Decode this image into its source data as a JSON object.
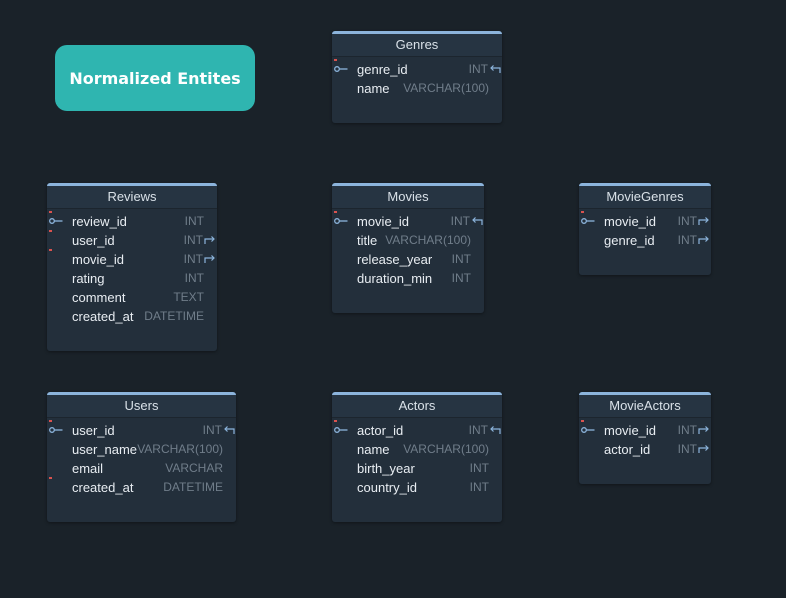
{
  "note": {
    "label": "Normalized Entites"
  },
  "colors": {
    "background": "#1a2229",
    "note": "#2fb5b0",
    "table_body": "#232f3b",
    "table_accent": "#8cb4dc",
    "type_text": "#707d8a",
    "fk_marker": "#d9534f",
    "ref_icon": "#8cb4dc"
  },
  "entities": {
    "genres": {
      "title": "Genres",
      "columns": [
        {
          "name": "genre_id",
          "type": "INT",
          "pk": true,
          "fk": true,
          "ref": "in"
        },
        {
          "name": "name",
          "type": "VARCHAR(100)"
        }
      ]
    },
    "reviews": {
      "title": "Reviews",
      "columns": [
        {
          "name": "review_id",
          "type": "INT",
          "pk": true,
          "fk": true
        },
        {
          "name": "user_id",
          "type": "INT",
          "fk": true,
          "ref": "out"
        },
        {
          "name": "movie_id",
          "type": "INT",
          "fk": true,
          "ref": "out"
        },
        {
          "name": "rating",
          "type": "INT"
        },
        {
          "name": "comment",
          "type": "TEXT"
        },
        {
          "name": "created_at",
          "type": "DATETIME"
        }
      ]
    },
    "movies": {
      "title": "Movies",
      "columns": [
        {
          "name": "movie_id",
          "type": "INT",
          "pk": true,
          "fk": true,
          "ref": "in"
        },
        {
          "name": "title",
          "type": "VARCHAR(100)"
        },
        {
          "name": "release_year",
          "type": "INT"
        },
        {
          "name": "duration_min",
          "type": "INT"
        }
      ]
    },
    "moviegenres": {
      "title": "MovieGenres",
      "columns": [
        {
          "name": "movie_id",
          "type": "INT",
          "pk": true,
          "fk": true,
          "ref": "out"
        },
        {
          "name": "genre_id",
          "type": "INT",
          "ref": "out"
        }
      ]
    },
    "users": {
      "title": "Users",
      "columns": [
        {
          "name": "user_id",
          "type": "INT",
          "pk": true,
          "fk": true,
          "ref": "in"
        },
        {
          "name": "user_name",
          "type": "VARCHAR(100)"
        },
        {
          "name": "email",
          "type": "VARCHAR"
        },
        {
          "name": "created_at",
          "type": "DATETIME",
          "fk": true
        }
      ]
    },
    "actors": {
      "title": "Actors",
      "columns": [
        {
          "name": "actor_id",
          "type": "INT",
          "pk": true,
          "fk": true,
          "ref": "in"
        },
        {
          "name": "name",
          "type": "VARCHAR(100)"
        },
        {
          "name": "birth_year",
          "type": "INT"
        },
        {
          "name": "country_id",
          "type": "INT"
        }
      ]
    },
    "movieactors": {
      "title": "MovieActors",
      "columns": [
        {
          "name": "movie_id",
          "type": "INT",
          "pk": true,
          "fk": true,
          "ref": "out"
        },
        {
          "name": "actor_id",
          "type": "INT",
          "ref": "out"
        }
      ]
    }
  }
}
